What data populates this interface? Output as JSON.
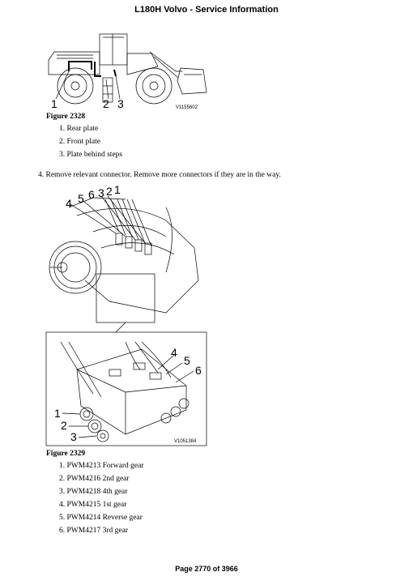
{
  "header": {
    "title": "L180H Volvo - Service Information"
  },
  "figure1": {
    "caption": "Figure 2328",
    "callouts": [
      "1",
      "2",
      "3"
    ],
    "ref_code": "V1155602",
    "items": [
      "1. Rear plate",
      "2. Front plate",
      "3. Plate behind steps"
    ]
  },
  "step4": {
    "text": "4. Remove relevant connector. Remove more connectors if they are in the way."
  },
  "figure2": {
    "caption": "Figure 2329",
    "top_callouts": [
      "4",
      "5",
      "6",
      "3",
      "2",
      "1"
    ],
    "detail_callouts": [
      "4",
      "5",
      "6",
      "1",
      "2",
      "3"
    ],
    "ref_code": "V1051384",
    "items": [
      "1. PWM4213 Forward gear",
      "2. PWM4216 2nd gear",
      "3. PWM4218 4th gear",
      "4. PWM4215 1st gear",
      "5. PWM4214 Reverse gear",
      "6. PWM4217 3rd gear"
    ]
  },
  "footer": {
    "page": "Page 2770 of 3966"
  }
}
